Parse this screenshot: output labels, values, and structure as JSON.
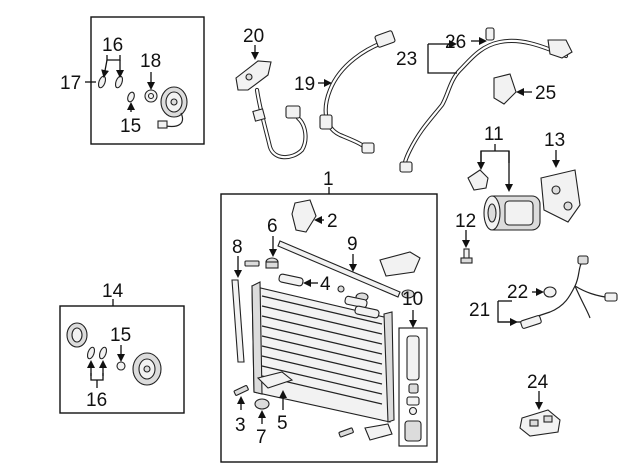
{
  "diagram": {
    "callouts": [
      {
        "id": "c1",
        "label": "1"
      },
      {
        "id": "c2",
        "label": "2"
      },
      {
        "id": "c3",
        "label": "3"
      },
      {
        "id": "c4",
        "label": "4"
      },
      {
        "id": "c5",
        "label": "5"
      },
      {
        "id": "c6",
        "label": "6"
      },
      {
        "id": "c7",
        "label": "7"
      },
      {
        "id": "c8",
        "label": "8"
      },
      {
        "id": "c9",
        "label": "9"
      },
      {
        "id": "c10",
        "label": "10"
      },
      {
        "id": "c11",
        "label": "11"
      },
      {
        "id": "c12",
        "label": "12"
      },
      {
        "id": "c13",
        "label": "13"
      },
      {
        "id": "c14",
        "label": "14"
      },
      {
        "id": "c15a",
        "label": "15"
      },
      {
        "id": "c15b",
        "label": "15"
      },
      {
        "id": "c16a",
        "label": "16"
      },
      {
        "id": "c16b",
        "label": "16"
      },
      {
        "id": "c17",
        "label": "17"
      },
      {
        "id": "c18",
        "label": "18"
      },
      {
        "id": "c19",
        "label": "19"
      },
      {
        "id": "c20",
        "label": "20"
      },
      {
        "id": "c21",
        "label": "21"
      },
      {
        "id": "c22",
        "label": "22"
      },
      {
        "id": "c23",
        "label": "23"
      },
      {
        "id": "c24",
        "label": "24"
      },
      {
        "id": "c25",
        "label": "25"
      },
      {
        "id": "c26",
        "label": "26"
      }
    ]
  }
}
